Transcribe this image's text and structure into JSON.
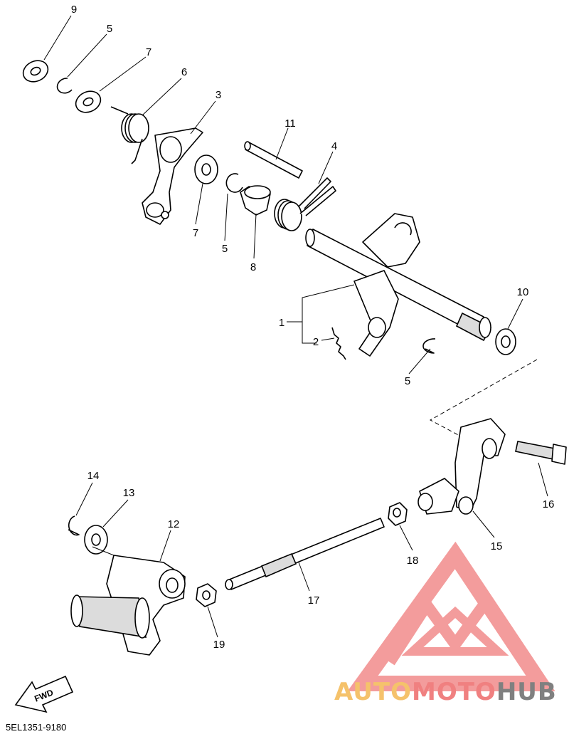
{
  "diagram": {
    "callouts": [
      {
        "id": "c9",
        "text": "9"
      },
      {
        "id": "c5a",
        "text": "5"
      },
      {
        "id": "c7a",
        "text": "7"
      },
      {
        "id": "c6",
        "text": "6"
      },
      {
        "id": "c3",
        "text": "3"
      },
      {
        "id": "c11",
        "text": "11"
      },
      {
        "id": "c4",
        "text": "4"
      },
      {
        "id": "c7b",
        "text": "7"
      },
      {
        "id": "c5b",
        "text": "5"
      },
      {
        "id": "c8",
        "text": "8"
      },
      {
        "id": "c10",
        "text": "10"
      },
      {
        "id": "c1",
        "text": "1"
      },
      {
        "id": "c2",
        "text": "2"
      },
      {
        "id": "c5c",
        "text": "5"
      },
      {
        "id": "c16",
        "text": "16"
      },
      {
        "id": "c14",
        "text": "14"
      },
      {
        "id": "c13",
        "text": "13"
      },
      {
        "id": "c12",
        "text": "12"
      },
      {
        "id": "c15",
        "text": "15"
      },
      {
        "id": "c18",
        "text": "18"
      },
      {
        "id": "c17",
        "text": "17"
      },
      {
        "id": "c19",
        "text": "19"
      }
    ],
    "fwd_label": "FWD",
    "part_code": "5EL1351-9180"
  },
  "logo": {
    "word_auto": "AUTO",
    "word_moto": "MOTO",
    "word_hub": "HUB",
    "colors": {
      "triangle": "#f28b8b",
      "auto": "#f5c26b",
      "moto": "#f08080",
      "hub": "#808080"
    }
  }
}
